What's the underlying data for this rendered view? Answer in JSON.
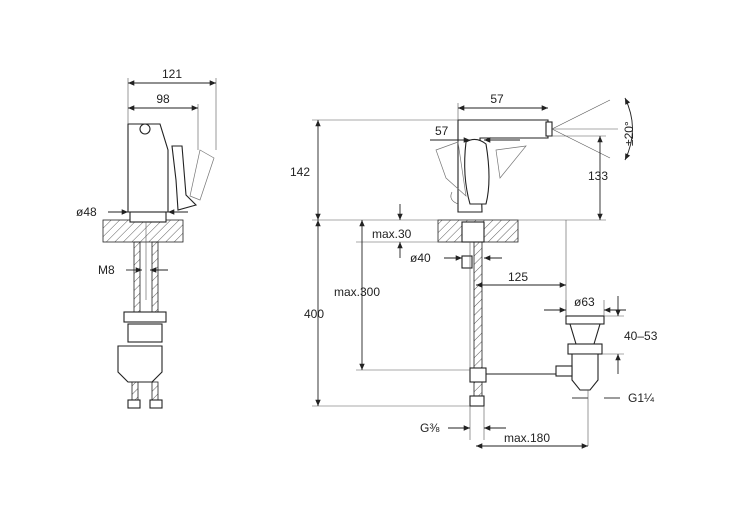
{
  "dimensions": {
    "width_121": "121",
    "width_98": "98",
    "diameter_48": "ø48",
    "thread_m8": "M8",
    "top_57": "57",
    "handle_57": "57",
    "angle_20": "±20°",
    "height_142": "142",
    "height_133": "133",
    "max_30": "max.30",
    "diameter_40": "ø40",
    "dist_125": "125",
    "max_300": "max.300",
    "height_400": "400",
    "diameter_63": "ø63",
    "range_40_53": "40–53",
    "thread_g114": "G1¼",
    "thread_g38": "G⅜",
    "max_180": "max.180"
  }
}
